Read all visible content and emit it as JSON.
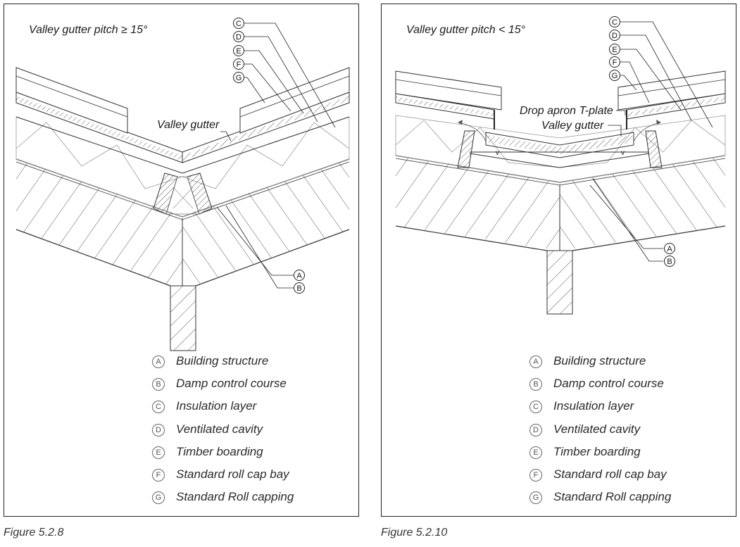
{
  "figures": [
    {
      "pitch_label": "Valley gutter pitch ≥ 15°",
      "caption": "Figure 5.2.8",
      "callouts": {
        "valley_gutter": "Valley gutter"
      },
      "markers": [
        "A",
        "B",
        "C",
        "D",
        "E",
        "F",
        "G"
      ]
    },
    {
      "pitch_label": "Valley gutter pitch < 15°",
      "caption": "Figure 5.2.10",
      "callouts": {
        "drop_apron": "Drop apron T-plate",
        "valley_gutter": "Valley gutter"
      },
      "markers": [
        "A",
        "B",
        "C",
        "D",
        "E",
        "F",
        "G"
      ]
    }
  ],
  "legend": [
    {
      "key": "A",
      "label": "Building structure"
    },
    {
      "key": "B",
      "label": "Damp control course"
    },
    {
      "key": "C",
      "label": "Insulation layer"
    },
    {
      "key": "D",
      "label": "Ventilated cavity"
    },
    {
      "key": "E",
      "label": "Timber boarding"
    },
    {
      "key": "F",
      "label": "Standard roll cap bay"
    },
    {
      "key": "G",
      "label": "Standard Roll capping"
    }
  ]
}
